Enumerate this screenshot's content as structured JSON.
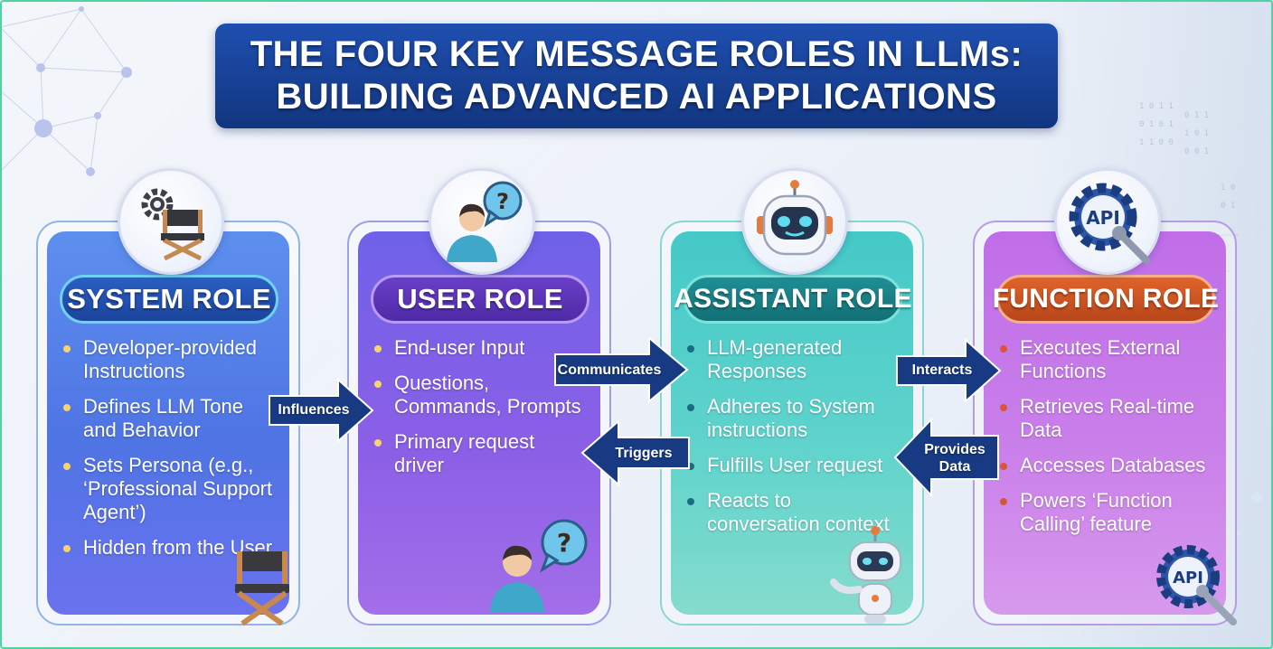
{
  "title": {
    "line1": "THE FOUR KEY MESSAGE ROLES IN LLMs:",
    "line2": "BUILDING ADVANCED AI APPLICATIONS"
  },
  "roles": [
    {
      "name": "SYSTEM ROLE",
      "icon": "director-chair-gear-icon",
      "bullets": [
        "Developer-provided Instructions",
        "Defines LLM Tone and Behavior",
        "Sets Persona (e.g., ‘Professional Support Agent’)",
        "Hidden from the User"
      ]
    },
    {
      "name": "USER ROLE",
      "icon": "user-question-icon",
      "bullets": [
        "End-user Input",
        "Questions, Commands, Prompts",
        "Primary request driver"
      ]
    },
    {
      "name": "ASSISTANT ROLE",
      "icon": "robot-icon",
      "bullets": [
        "LLM-generated Responses",
        "Adheres to System instructions",
        "Fulfills User request",
        "Reacts to conversation context"
      ]
    },
    {
      "name": "FUNCTION ROLE",
      "icon": "api-gear-wrench-icon",
      "bullets": [
        "Executes External Functions",
        "Retrieves Real-time Data",
        "Accesses Databases",
        "Powers ‘Function Calling’ feature"
      ]
    }
  ],
  "connectors": {
    "influences": "Influences",
    "communicates": "Communicates",
    "triggers": "Triggers",
    "interacts": "Interacts",
    "provides_line1": "Provides",
    "provides_line2": "Data"
  },
  "colors": {
    "title_bg": "#1a4296",
    "arrow": "#173a82",
    "system": "#4f74e4",
    "user": "#8a5fe6",
    "assistant": "#45c9c8",
    "function": "#c06ee8",
    "function_pill": "#d0552a"
  }
}
